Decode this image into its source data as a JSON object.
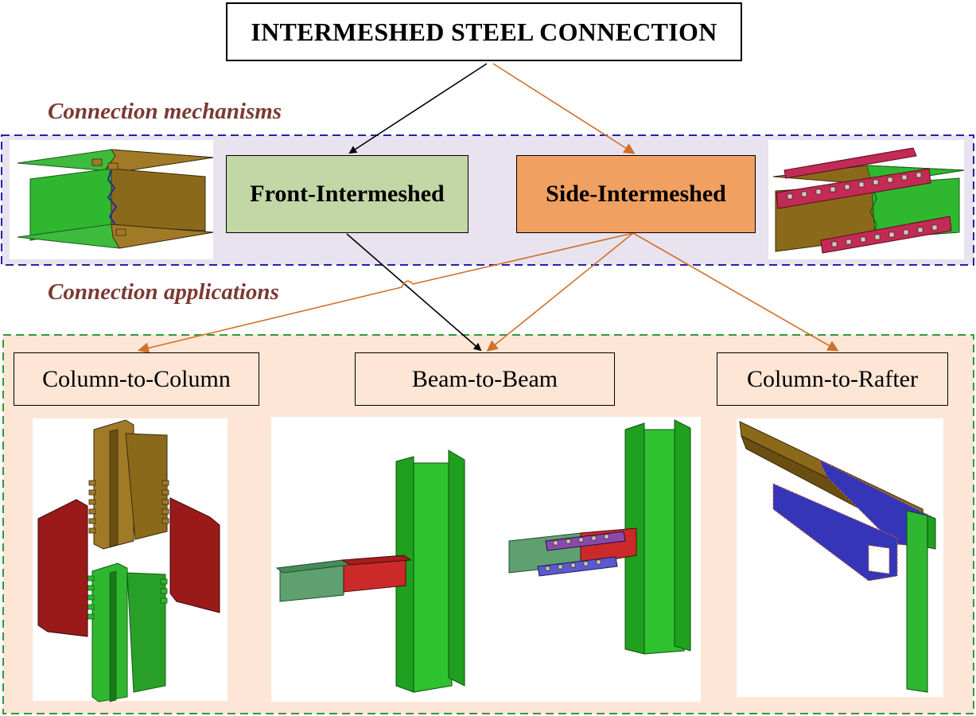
{
  "title": "INTERMESHED STEEL CONNECTION",
  "sections": {
    "mechanisms_label": "Connection mechanisms",
    "applications_label": "Connection applications"
  },
  "mechanisms": {
    "front": "Front-Intermeshed",
    "side": "Side-Intermeshed"
  },
  "applications": {
    "column_to_column": "Column-to-Column",
    "beam_to_beam": "Beam-to-Beam",
    "column_to_rafter": "Column-to-Rafter"
  },
  "colors": {
    "front_fill": "#c2d6a6",
    "side_fill": "#f0a060",
    "mechanism_band": "#e8e3ef",
    "mechanism_border": "#2222aa",
    "application_band": "#fde6d6",
    "application_border": "#2f9a3a",
    "section_label": "#7a3a32",
    "arrow_black": "#000000",
    "arrow_orange": "#d0702a",
    "steel_green": "#2fb82f",
    "steel_olive": "#8a6a1a",
    "steel_red": "#b31d24",
    "steel_magenta": "#c22b56",
    "steel_blue": "#3535b8"
  }
}
